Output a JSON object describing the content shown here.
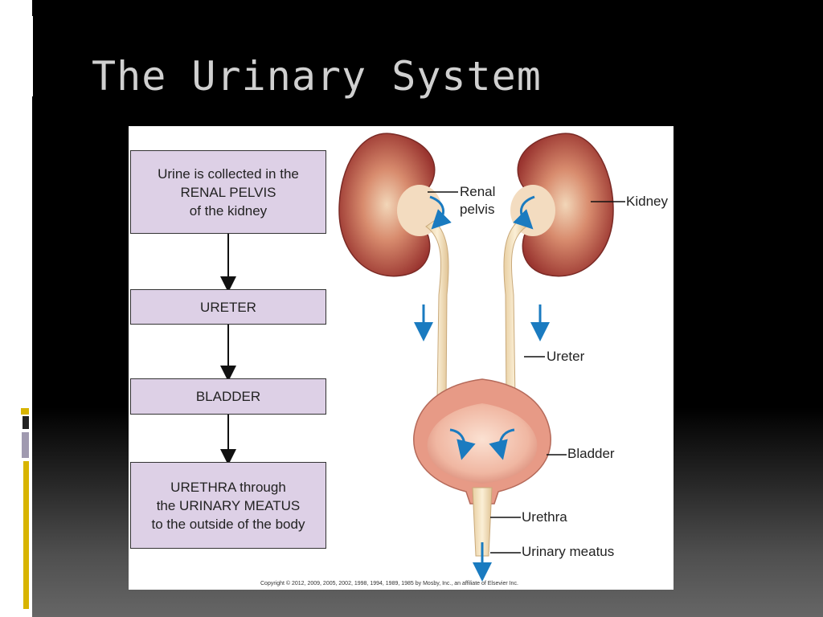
{
  "slide": {
    "title": "The Urinary System"
  },
  "flowchart": {
    "boxes": [
      {
        "lines": [
          "Urine is collected in the",
          "RENAL PELVIS",
          "of the kidney"
        ]
      },
      {
        "lines": [
          "URETER"
        ]
      },
      {
        "lines": [
          "BLADDER"
        ]
      },
      {
        "lines": [
          "URETHRA through",
          "the URINARY MEATUS",
          "to the outside of the body"
        ]
      }
    ]
  },
  "labels": {
    "renal_pelvis": [
      "Renal",
      "pelvis"
    ],
    "kidney": "Kidney",
    "ureter": "Ureter",
    "bladder": "Bladder",
    "urethra": "Urethra",
    "urinary_meatus": "Urinary meatus"
  },
  "copyright": "Copyright © 2012, 2009, 2005, 2002, 1998, 1994, 1989, 1985 by Mosby, Inc., an affiliate of Elsevier Inc.",
  "colors": {
    "box_fill": "#ddd0e6",
    "flow_arrow": "#1a7bc0",
    "kidney": "#a8413a",
    "bladder": "#e8a99a",
    "title": "#d0d0d0",
    "accent_yellow": "#d8b400"
  }
}
